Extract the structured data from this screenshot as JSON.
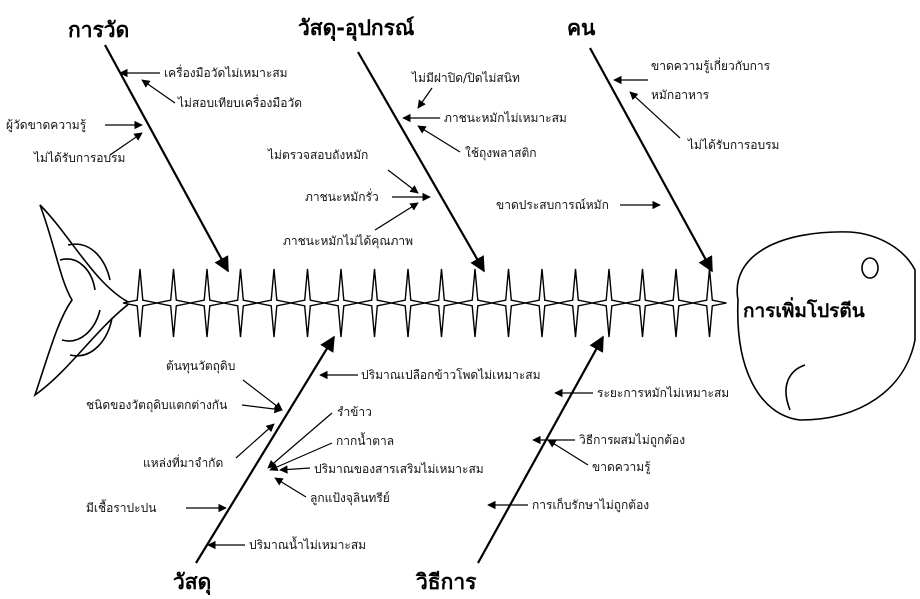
{
  "effect": "การเพิ่มโปรตีน",
  "categories": {
    "measure": {
      "label": "การวัด",
      "causes": [
        "เครื่องมือวัดไม่เหมาะสม",
        "ไม่สอบเทียบเครื่องมือวัด",
        "ผู้วัดขาดความรู้",
        "ไม่ได้รับการอบรม"
      ]
    },
    "equipment": {
      "label": "วัสดุ-อุปกรณ์",
      "causes": [
        "ไม่มีฝาปิด/ปิดไม่สนิท",
        "ภาชนะหมักไม่เหมาะสม",
        "ใช้ถุงพลาสติก",
        "ไม่ตรวจสอบถังหมัก",
        "ภาชนะหมักรั่ว",
        "ภาชนะหมักไม่ได้คุณภาพ"
      ]
    },
    "people": {
      "label": "คน",
      "causes": [
        "ขาดความรู้เกี่ยวกับการ",
        "หมักอาหาร",
        "ไม่ได้รับการอบรม",
        "ขาดประสบการณ์หมัก"
      ]
    },
    "material": {
      "label": "วัสดุ",
      "causes": [
        "ต้นทุนวัตถุดิบ",
        "ชนิดของวัตถุดิบแตกต่างกัน",
        "แหล่งที่มาจำกัด",
        "มีเชื้อราปะปน",
        "ปริมาณเปลือกข้าวโพดไม่เหมาะสม",
        "รำข้าว",
        "กากน้ำตาล",
        "ปริมาณของสารเสริมไม่เหมาะสม",
        "ลูกแป้งจุลินทรีย์",
        "ปริมาณน้ำไม่เหมาะสม"
      ]
    },
    "method": {
      "label": "วิธีการ",
      "causes": [
        "ระยะการหมักไม่เหมาะสม",
        "วิธีการผสมไม่ถูกต้อง",
        "ขาดความรู้",
        "การเก็บรักษาไม่ถูกต้อง"
      ]
    }
  }
}
